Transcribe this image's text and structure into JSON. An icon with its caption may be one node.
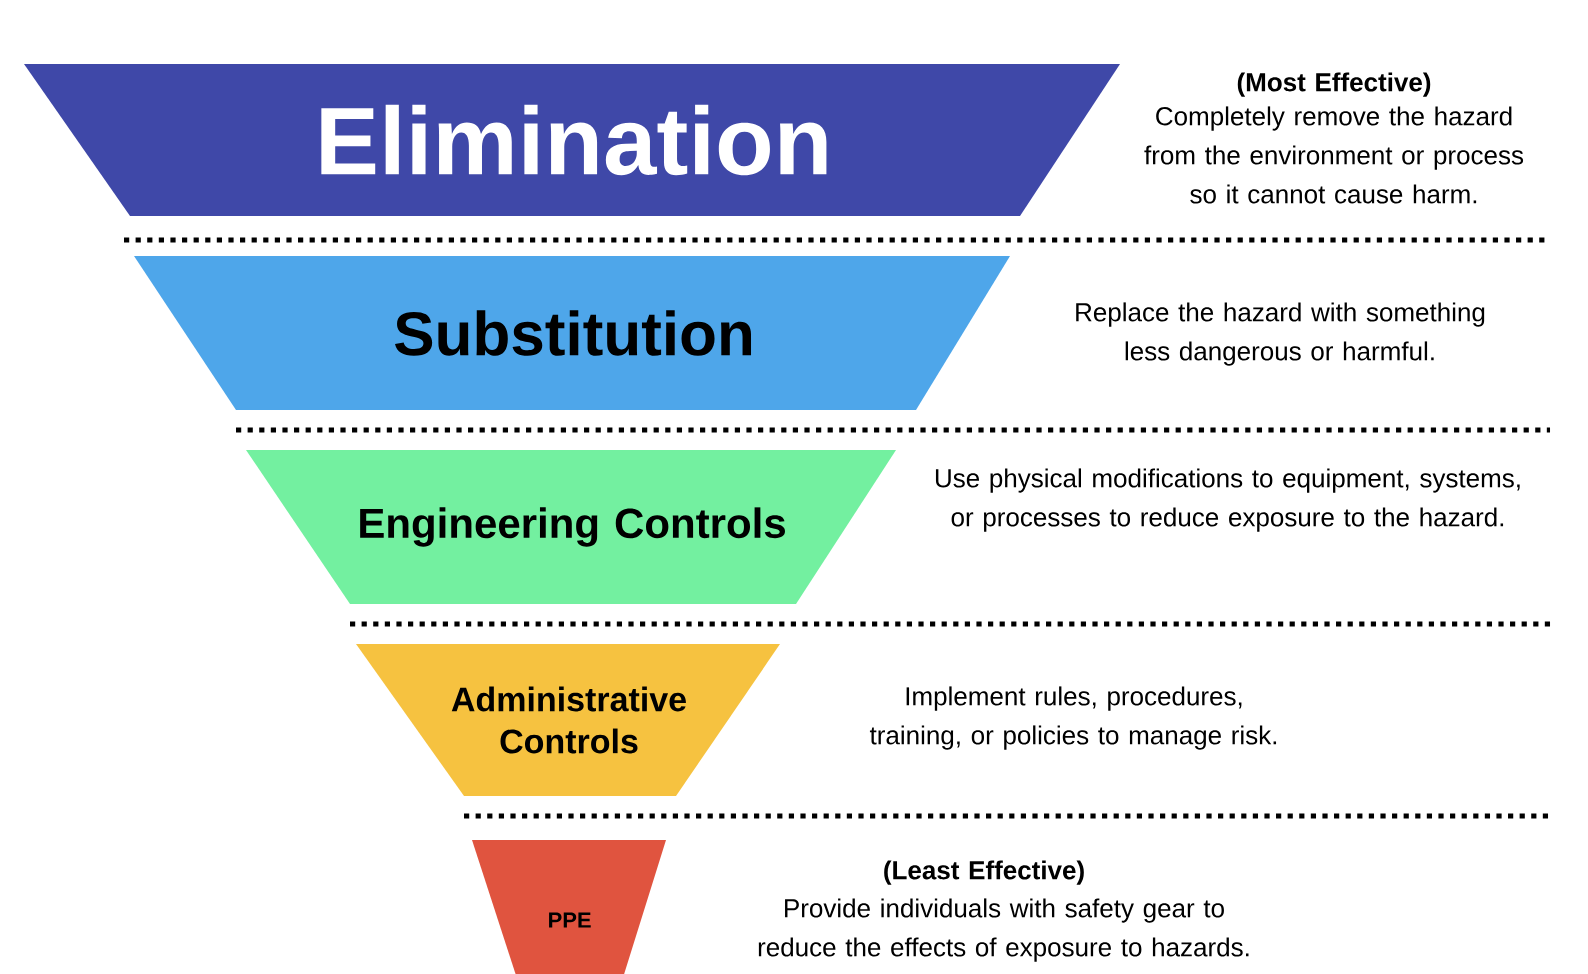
{
  "diagram": {
    "nodes": [
      {
        "text": [
          "Elimination"
        ],
        "beside": [
          "(Most Effective)",
          "Completely remove the hazard from the environment or process so it cannot cause harm."
        ]
      },
      {
        "text": [
          "Substitution"
        ],
        "beside": [
          "Replace the hazard with something less dangerous or harmful."
        ]
      },
      {
        "text": [
          "Engineering Controls"
        ],
        "beside": [
          "Use physical modifications to equipment, systems, or processes to reduce exposure to the hazard."
        ]
      },
      {
        "text": [
          "Administrative Controls"
        ],
        "beside": [
          "Implement rules, procedures, training, or policies to manage risk."
        ]
      },
      {
        "text": [
          "PPE"
        ],
        "beside": [
          "(Least Effective)",
          "Provide individuals with safety gear to reduce the effects of exposure to hazards."
        ]
      }
    ]
  }
}
